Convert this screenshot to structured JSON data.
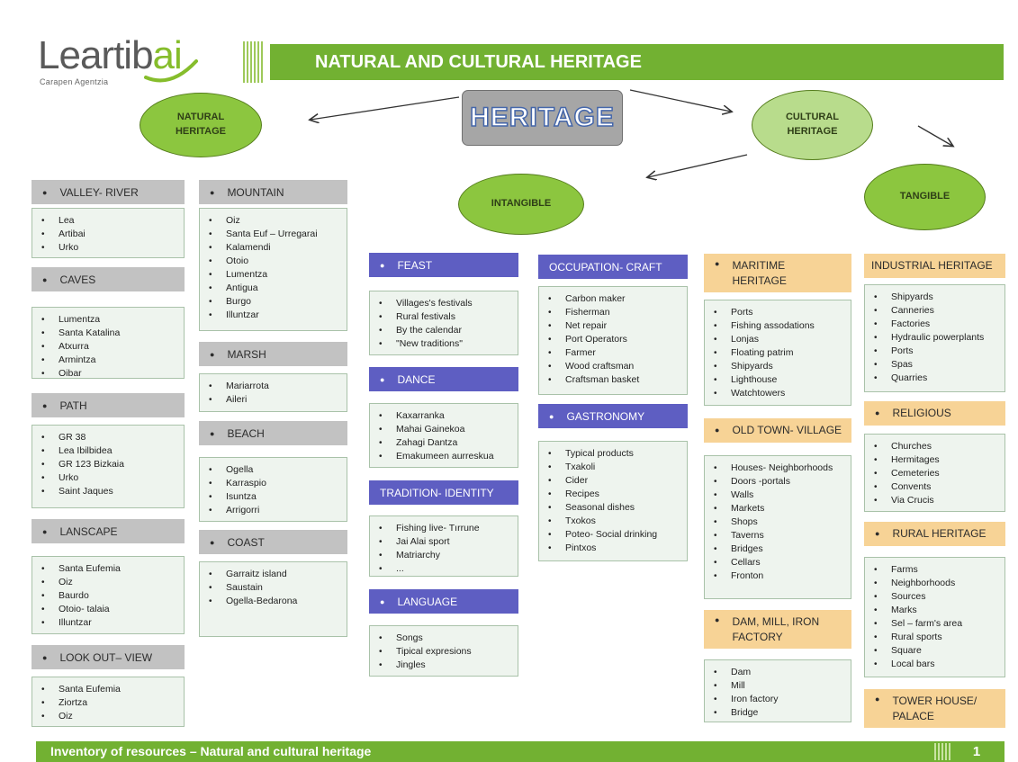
{
  "logo": {
    "text_main": "Leartib",
    "text_accent": "ai",
    "subtitle": "Carapen Agentzia"
  },
  "header": {
    "title": "NATURAL AND CULTURAL HERITAGE"
  },
  "footer": {
    "text": "Inventory of resources – Natural and cultural heritage",
    "page": "1"
  },
  "colors": {
    "brand_green": "#72b132",
    "ellipse_green": "#8cc63f",
    "gray_header": "#c2c2c2",
    "blue_header": "#5e5ec2",
    "orange_header": "#f7d396",
    "list_bg": "#eef4ee"
  },
  "diagram": {
    "root": "HERITAGE",
    "natural": "NATURAL HERITAGE",
    "cultural": "CULTURAL HERITAGE",
    "intangible": "INTANGIBLE",
    "tangible": "TANGIBLE"
  },
  "groups": {
    "valley": {
      "title": "VALLEY- RIVER",
      "items": [
        "Lea",
        "Artibai",
        "Urko"
      ]
    },
    "caves": {
      "title": "CAVES",
      "items": [
        "Lumentza",
        "Santa Katalina",
        "Atxurra",
        "Armintza",
        "Oibar"
      ]
    },
    "path": {
      "title": "PATH",
      "items": [
        "GR 38",
        "Lea Ibilbidea",
        "GR 123 Bizkaia",
        "Urko",
        "Saint Jaques"
      ]
    },
    "landscape": {
      "title": "LANSCAPE",
      "items": [
        "Santa Eufemia",
        "Oiz",
        "Baurdo",
        "Otoio- talaia",
        "Illuntzar"
      ]
    },
    "lookout": {
      "title": "LOOK OUT– VIEW",
      "items": [
        "Santa Eufemia",
        "Ziortza",
        "Oiz"
      ]
    },
    "mountain": {
      "title": "MOUNTAIN",
      "items": [
        "Oiz",
        "Santa Euf – Urregarai",
        "Kalamendi",
        "Otoio",
        "Lumentza",
        "Antigua",
        "Burgo",
        "Illuntzar"
      ]
    },
    "marsh": {
      "title": "MARSH",
      "items": [
        "Mariarrota",
        "Aileri"
      ]
    },
    "beach": {
      "title": "BEACH",
      "items": [
        "Ogella",
        "Karraspio",
        "Isuntza",
        "Arrigorri"
      ]
    },
    "coast": {
      "title": "COAST",
      "items": [
        "Garraitz island",
        "Saustain",
        "Ogella-Bedarona"
      ]
    },
    "feast": {
      "title": "FEAST",
      "items": [
        "Villages's festivals",
        "Rural festivals",
        "By the calendar",
        "\"New traditions\""
      ]
    },
    "dance": {
      "title": "DANCE",
      "items": [
        "Kaxarranka",
        "Mahai Gainekoa",
        "Zahagi Dantza",
        "Emakumeen aurreskua"
      ]
    },
    "tradition": {
      "title": "TRADITION- IDENTITY",
      "items": [
        "Fishing live- Tırrune",
        "Jai Alai sport",
        "Matriarchy",
        "..."
      ]
    },
    "language": {
      "title": "LANGUAGE",
      "items": [
        "Songs",
        "Tipical expresions",
        "Jingles"
      ]
    },
    "occupation": {
      "title": "OCCUPATION- CRAFT",
      "items": [
        "Carbon maker",
        "Fisherman",
        "Net repair",
        "Port Operators",
        "Farmer",
        "Wood craftsman",
        "Craftsman basket"
      ]
    },
    "gastronomy": {
      "title": "GASTRONOMY",
      "items": [
        "Typical products",
        "Txakoli",
        "Cider",
        "Recipes",
        "Seasonal dishes",
        "Txokos",
        "Poteo- Social drinking",
        "Pintxos"
      ]
    },
    "maritime": {
      "title": "MARITIME HERITAGE",
      "items": [
        "Ports",
        "Fishing assodations",
        "Lonjas",
        "Floating patrim",
        "Shipyards",
        "Lighthouse",
        "Watchtowers"
      ]
    },
    "oldtown": {
      "title": "OLD TOWN- VILLAGE",
      "items": [
        "Houses- Neighborhoods",
        "Doors -portals",
        "Walls",
        "Markets",
        "Shops",
        "Taverns",
        "Bridges",
        "Cellars",
        "Fronton"
      ]
    },
    "dam": {
      "title": "DAM, MILL, IRON FACTORY",
      "items": [
        "Dam",
        "Mill",
        "Iron factory",
        "Bridge"
      ]
    },
    "industrial": {
      "title": "INDUSTRIAL HERITAGE",
      "items": [
        "Shipyards",
        "Canneries",
        "Factories",
        "Hydraulic powerplants",
        "Ports",
        "Spas",
        "Quarries"
      ]
    },
    "religious": {
      "title": "RELIGIOUS",
      "items": [
        "Churches",
        "Hermitages",
        "Cemeteries",
        "Convents",
        "Via Crucis"
      ]
    },
    "rural": {
      "title": "RURAL HERITAGE",
      "items": [
        "Farms",
        "Neighborhoods",
        "Sources",
        "Marks",
        "Sel – farm's area",
        "Rural sports",
        "Square",
        "Local bars"
      ]
    },
    "tower": {
      "title": "TOWER HOUSE/ PALACE"
    }
  }
}
